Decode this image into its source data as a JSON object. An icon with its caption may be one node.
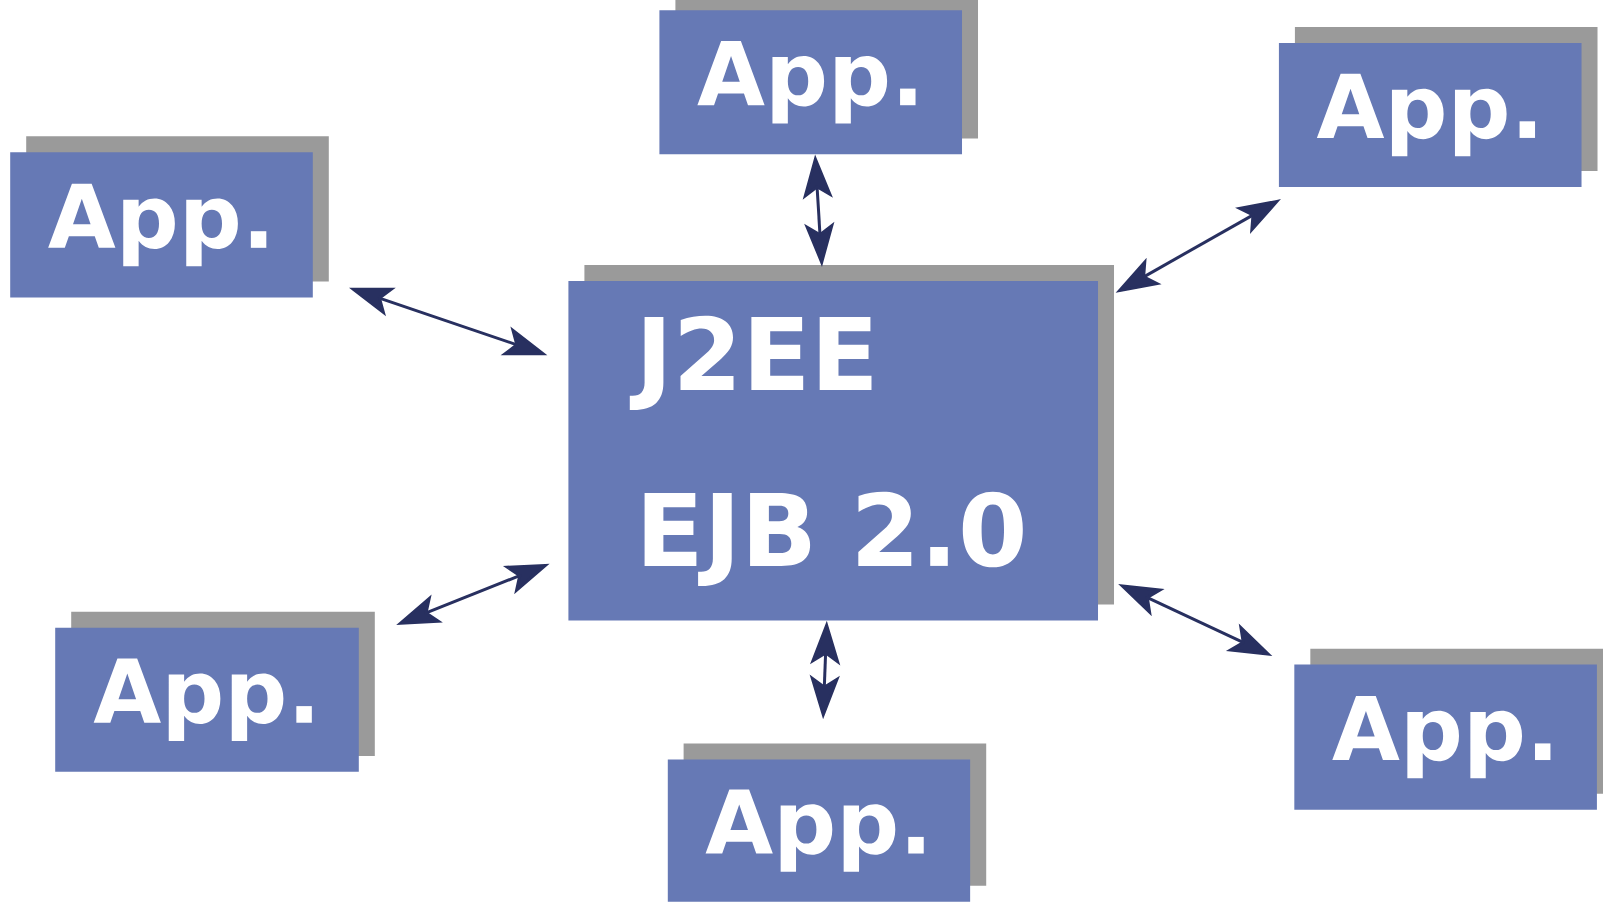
{
  "diagram": {
    "nodes": [
      {
        "text": [
          "App."
        ]
      },
      {
        "text": [
          "App."
        ]
      },
      {
        "text": [
          "App."
        ]
      },
      {
        "text": [
          "J2EE",
          "EJB 2.0"
        ]
      },
      {
        "text": [
          "App."
        ]
      },
      {
        "text": [
          "App."
        ]
      },
      {
        "text": [
          "App."
        ]
      }
    ],
    "edges": [
      {
        "from": 3,
        "to": 0,
        "arrow": "both"
      },
      {
        "from": 3,
        "to": 1,
        "arrow": "both"
      },
      {
        "from": 3,
        "to": 2,
        "arrow": "both"
      },
      {
        "from": 3,
        "to": 4,
        "arrow": "both"
      },
      {
        "from": 3,
        "to": 5,
        "arrow": "both"
      },
      {
        "from": 3,
        "to": 6,
        "arrow": "both"
      }
    ]
  }
}
